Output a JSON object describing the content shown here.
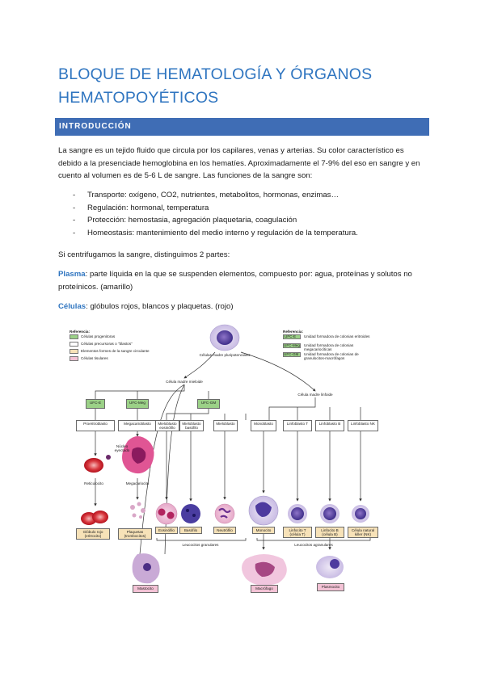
{
  "title": {
    "line1": "BLOQUE DE HEMATOLOGÍA Y ÓRGANOS",
    "line2": "HEMATOPOYÉTICOS"
  },
  "section": "INTRODUCCIÓN",
  "intro": "La sangre es un tejido fluido que circula por los capilares, venas y arterias. Su color característico es debido a la presenciade hemoglobina en los hematíes. Aproximadamente el 7-9% del eso en sangre y en cuento al volumen es de 5-6 L de sangre. Las funciones de la sangre son:",
  "functions": [
    "Transporte: oxígeno, CO2, nutrientes, metabolitos, hormonas, enzimas…",
    "Regulación: hormonal, temperatura",
    "Protección: hemostasia, agregación plaquetaria, coagulación",
    "Homeostasis: mantenimiento del medio interno y regulación de la temperatura."
  ],
  "dash": "-",
  "centrifuge": "Si centrifugamos la sangre, distinguimos 2 partes:",
  "plasma": {
    "term": "Plasma",
    "text": ": parte líquida en la que se suspenden elementos, compuesto por: agua, proteínas y solutos no proteínicos. (amarillo)"
  },
  "cells": {
    "term": "Células",
    "text": ": glóbulos rojos, blancos y plaquetas. (rojo)"
  },
  "figure": {
    "legend_left": {
      "title": "Referencia:",
      "items": [
        "Células progenitoras",
        "Células precursoras o \"blastos\"",
        "Elementos formes de la sangre circulante",
        "Células tisulares"
      ]
    },
    "legend_right": {
      "title": "Referencia:",
      "items": [
        {
          "code": "UFC-E",
          "text": "Unidad formadora de colonias eritroides"
        },
        {
          "code": "UFC-Meg",
          "text": "Unidad formadora de colonias megacariocíticas"
        },
        {
          "code": "UFC-GM",
          "text": "Unidad formadora de colonias de granulocitos-macrófagos"
        }
      ]
    },
    "stem_label": "Células madre pluripotenciales",
    "myeloid_label": "Célula madre mieloide",
    "lymphoid_label": "Célula madre linfoide",
    "ufc_e": "UFC-E",
    "ufc_meg": "UFC-Meg",
    "ufc_gm": "UFC-GM",
    "precursors": [
      "Proeritroblasto",
      "Megacarioblasto",
      "Mieloblasto eosinófilo",
      "Mieloblasto basófilo",
      "Mieloblasto",
      "Monoblasto",
      "Linfoblasto T",
      "Linfoblasto B",
      "Linfoblasto NK"
    ],
    "nucleus_label": "Núcleo eyectado",
    "reticulocyte": "Reticulocito",
    "megakaryocyte": "Megacariocito",
    "mature": [
      "Glóbulo rojo (eritrocito)",
      "Plaquetas (trombocitos)",
      "Eosinófilo",
      "Basófilo",
      "Neutrófilo",
      "Monocito",
      "Linfocito T (célula T)",
      "Linfocito B (célula B)",
      "Célula natural killer (NK)"
    ],
    "granular": "Leucocitos granulares",
    "agranular": "Leucocitos agranulares",
    "tissue": [
      "Mastocito",
      "Macrófago",
      "Plasmocito"
    ]
  }
}
